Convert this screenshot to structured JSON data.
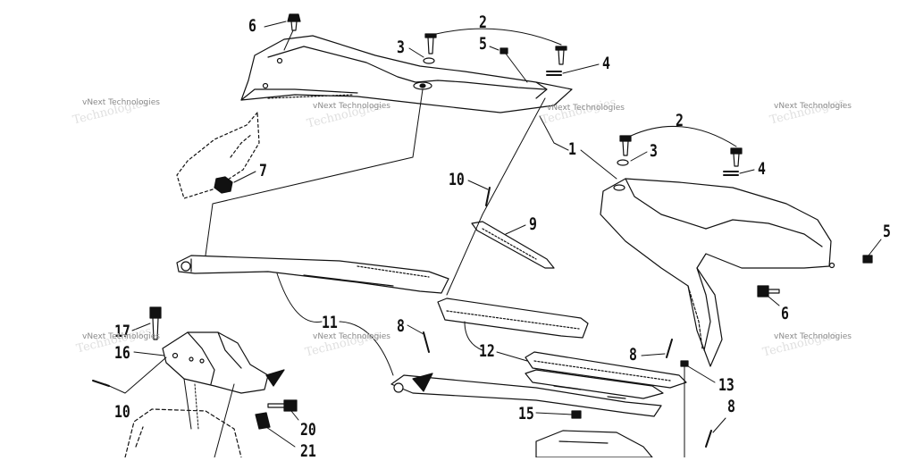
{
  "diagram": {
    "callouts": [
      {
        "id": "c-6-top",
        "label": "6"
      },
      {
        "id": "c-2-top",
        "label": "2"
      },
      {
        "id": "c-3-top",
        "label": "3"
      },
      {
        "id": "c-5-top",
        "label": "5"
      },
      {
        "id": "c-4-top",
        "label": "4"
      },
      {
        "id": "c-7",
        "label": "7"
      },
      {
        "id": "c-1",
        "label": "1"
      },
      {
        "id": "c-2-right",
        "label": "2"
      },
      {
        "id": "c-3-right",
        "label": "3"
      },
      {
        "id": "c-4-right",
        "label": "4"
      },
      {
        "id": "c-10-mid",
        "label": "10"
      },
      {
        "id": "c-9",
        "label": "9"
      },
      {
        "id": "c-5-right",
        "label": "5"
      },
      {
        "id": "c-6-right",
        "label": "6"
      },
      {
        "id": "c-11",
        "label": "11"
      },
      {
        "id": "c-17",
        "label": "17"
      },
      {
        "id": "c-16",
        "label": "16"
      },
      {
        "id": "c-8-left",
        "label": "8"
      },
      {
        "id": "c-12",
        "label": "12"
      },
      {
        "id": "c-8-mid",
        "label": "8"
      },
      {
        "id": "c-13",
        "label": "13"
      },
      {
        "id": "c-10-low",
        "label": "10"
      },
      {
        "id": "c-15",
        "label": "15"
      },
      {
        "id": "c-20",
        "label": "20"
      },
      {
        "id": "c-8-right",
        "label": "8"
      },
      {
        "id": "c-21",
        "label": "21"
      }
    ],
    "watermarks": [
      {
        "id": "wm-1",
        "text": "vNext Technologies",
        "ghost": "Technologies"
      },
      {
        "id": "wm-2",
        "text": "vNext Technologies",
        "ghost": "Technologies"
      },
      {
        "id": "wm-3",
        "text": "vNext Technologies",
        "ghost": "Technologies"
      },
      {
        "id": "wm-4",
        "text": "vNext Technologies",
        "ghost": "Technologies"
      },
      {
        "id": "wm-5",
        "text": "vNext Technologies",
        "ghost": "Technologies"
      },
      {
        "id": "wm-6",
        "text": "vNext Technologies",
        "ghost": "Technologies"
      },
      {
        "id": "wm-7",
        "text": "vNext Technologies",
        "ghost": "Technologies"
      }
    ]
  }
}
